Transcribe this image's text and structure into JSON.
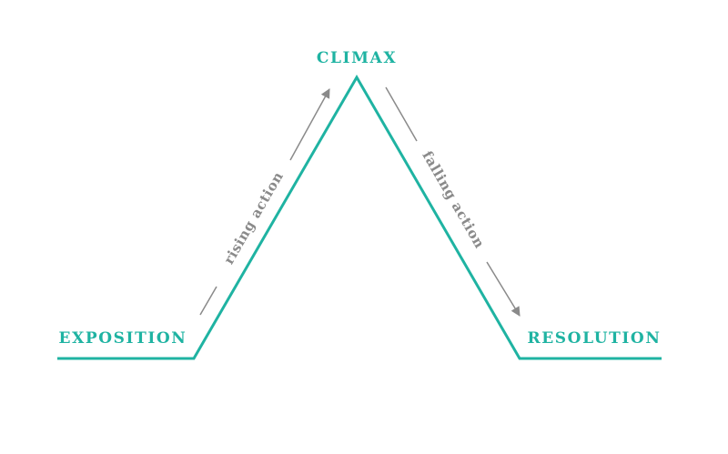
{
  "colors": {
    "plot_line": "#1fb3a2",
    "arrow": "#8a8a8a",
    "background": "#ffffff"
  },
  "stages": {
    "exposition": "EXPOSITION",
    "climax": "CLIMAX",
    "resolution": "RESOLUTION"
  },
  "arrows": {
    "rising": "rising action",
    "falling": "falling action"
  }
}
